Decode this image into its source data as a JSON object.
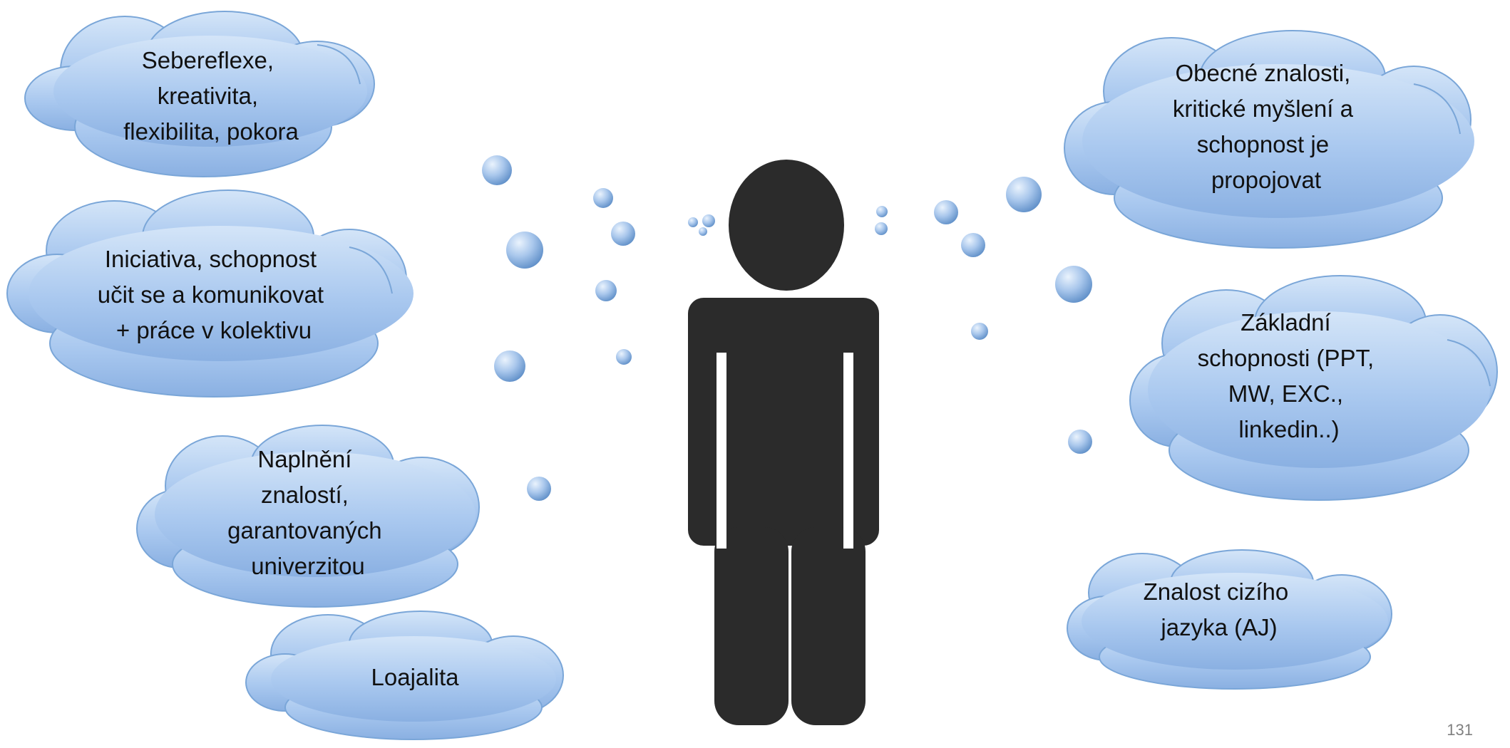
{
  "slide": {
    "page_number": "131",
    "clouds": [
      {
        "id": "sebereflexe",
        "lines": [
          "Sebereflexe,",
          "kreativita,",
          "flexibilita, pokora"
        ]
      },
      {
        "id": "iniciativa",
        "lines": [
          "Iniciativa, schopnost",
          "učit se a komunikovat",
          "+ práce v kolektivu"
        ]
      },
      {
        "id": "naplneni",
        "lines": [
          "Naplnění",
          "znalostí,",
          "garantovaných",
          "univerzitou"
        ]
      },
      {
        "id": "loajalita",
        "lines": [
          "Loajalita"
        ]
      },
      {
        "id": "obecne",
        "lines": [
          "Obecné znalosti,",
          "kritické myšlení a",
          "schopnost je",
          "propojovat"
        ]
      },
      {
        "id": "zakladni",
        "lines": [
          "Základní",
          "schopnosti (PPT,",
          "MW, EXC.,",
          "linkedin..)"
        ]
      },
      {
        "id": "jazyk",
        "lines": [
          "Znalost cizího",
          "jazyka (AJ)"
        ]
      }
    ]
  },
  "colors": {
    "cloud_fill_light": "#c8ddf6",
    "cloud_fill_dark": "#8fb4e4",
    "cloud_stroke": "#7aa6d8",
    "figure": "#2b2b2b"
  }
}
